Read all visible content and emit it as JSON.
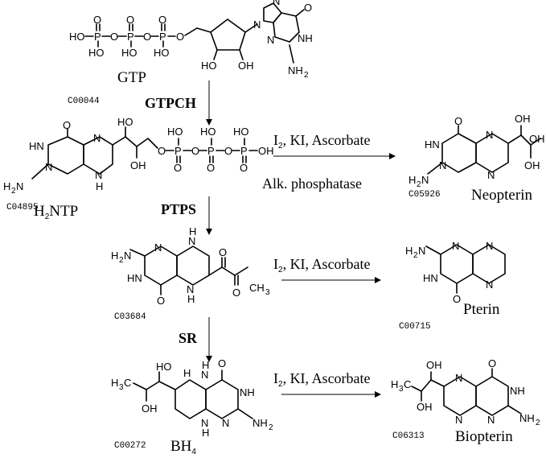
{
  "compounds": {
    "gtp": {
      "name": "GTP",
      "id": "C00044"
    },
    "h2ntp": {
      "name_main": "H",
      "name_sub": "2",
      "name_rest": "NTP",
      "id": "C04895"
    },
    "intermediate": {
      "id": "C03684"
    },
    "bh4": {
      "name_main": "BH",
      "name_sub": "4",
      "id": "C00272"
    },
    "neopterin": {
      "name": "Neopterin",
      "id": "C05926"
    },
    "pterin": {
      "name": "Pterin",
      "id": "C00715"
    },
    "biopterin": {
      "name": "Biopterin",
      "id": "C06313"
    }
  },
  "enzymes": {
    "e1": "GTPCH",
    "e2": "PTPS",
    "e3": "SR"
  },
  "conditions": {
    "ox1_line1_a": "I",
    "ox1_line1_sub": "2",
    "ox1_line1_b": ", KI, Ascorbate",
    "ox1_line2": "Alk. phosphatase",
    "ox2_a": "I",
    "ox2_sub": "2",
    "ox2_b": ", KI, Ascorbate",
    "ox3_a": "I",
    "ox3_sub": "2",
    "ox3_b": ", KI, Ascorbate"
  },
  "atoms": {
    "HO": "HO",
    "OH": "OH",
    "O": "O",
    "P": "P",
    "N": "N",
    "NH": "NH",
    "HN": "HN",
    "H": "H",
    "H2N_main": "H",
    "H2N_sub": "2",
    "H2N_rest": "N",
    "NH2_main": "NH",
    "NH2_sub": "2",
    "H3C_main": "H",
    "H3C_sub": "3",
    "H3C_rest": "C",
    "CH3_main": "CH",
    "CH3_sub": "3"
  }
}
